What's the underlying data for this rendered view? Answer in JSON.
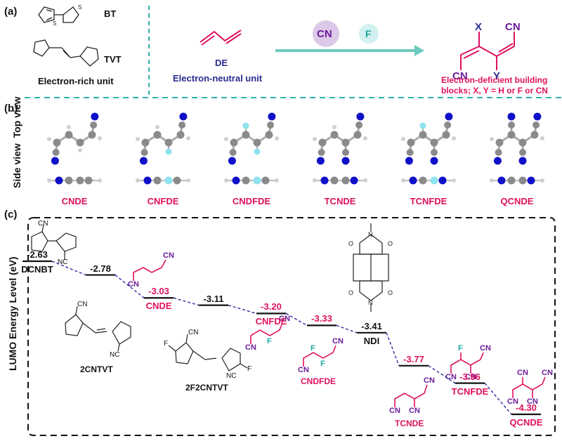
{
  "panel_a": {
    "label": "(a)",
    "bt_label": "BT",
    "tvt_label": "TVT",
    "rich_caption": "Electron-rich unit",
    "de_label": "DE",
    "neutral_caption": "Electron-neutral unit",
    "cn_badge": "CN",
    "f_badge": "F",
    "product_x": "X",
    "product_y": "Y",
    "product_cn_top": "CN",
    "product_cn_bottom": "CN",
    "deficient_caption_line1": "Electron-deficient building",
    "deficient_caption_line2": "blocks; X, Y = H or F or CN",
    "colors": {
      "teal": "#2bb5a8",
      "pink": "#e0105f",
      "navy": "#2a2a8f",
      "purple": "#6a1b9a"
    }
  },
  "panel_b": {
    "label": "(b)",
    "top_view_label": "Top view",
    "side_view_label": "Side view",
    "molecules": [
      {
        "name": "CNDE",
        "f_positions": [],
        "cn_extra": []
      },
      {
        "name": "CNFDE",
        "f_positions": [
          "lower"
        ],
        "cn_extra": []
      },
      {
        "name": "CNDFDE",
        "f_positions": [
          "upper",
          "lower"
        ],
        "cn_extra": []
      },
      {
        "name": "TCNDE",
        "f_positions": [],
        "cn_extra": [
          "lower"
        ]
      },
      {
        "name": "TCNFDE",
        "f_positions": [
          "upper"
        ],
        "cn_extra": [
          "lower"
        ]
      },
      {
        "name": "QCNDE",
        "f_positions": [],
        "cn_extra": [
          "upper",
          "lower"
        ]
      }
    ],
    "atom_colors": {
      "carbon": "#8a8a8a",
      "nitrogen": "#1010c8",
      "fluorine": "#8fe3ef",
      "hydrogen": "#d0d0d0"
    }
  },
  "panel_c": {
    "label": "(c)",
    "y_axis_label": "LUMO Energy Level (eV)",
    "fragment_labels": {
      "cn": "CN",
      "nc": "NC",
      "f": "F",
      "s": "S",
      "n": "N",
      "o": "O"
    },
    "structure_names": {
      "tvt_cn": "2CNTVT",
      "tvt_f2cn": "2F2CNTVT",
      "cndfde": "CNDFDE",
      "tcnde": "TCNDE"
    }
  },
  "chart_data": {
    "type": "energy-level-diagram",
    "title": "",
    "ylabel": "LUMO Energy Level (eV)",
    "units": "eV",
    "levels": [
      {
        "name": "DCNBT",
        "value": -2.63,
        "value_label": "-2.63",
        "label_color": "#111111",
        "class": "reference"
      },
      {
        "name": "2CNTVT",
        "value": -2.78,
        "value_label": "-2.78",
        "label_color": "#111111",
        "class": "reference"
      },
      {
        "name": "CNDE",
        "value": -3.03,
        "value_label": "-3.03",
        "label_color": "#e0105f",
        "class": "new"
      },
      {
        "name": "2F2CNTVT",
        "value": -3.11,
        "value_label": "-3.11",
        "label_color": "#111111",
        "class": "reference"
      },
      {
        "name": "CNFDE",
        "value": -3.2,
        "value_label": "-3.20",
        "label_color": "#e0105f",
        "class": "new"
      },
      {
        "name": "CNDFDE",
        "value": -3.33,
        "value_label": "-3.33",
        "label_color": "#e0105f",
        "class": "new"
      },
      {
        "name": "NDI",
        "value": -3.41,
        "value_label": "-3.41",
        "label_color": "#111111",
        "class": "reference"
      },
      {
        "name": "TCNDE",
        "value": -3.77,
        "value_label": "-3.77",
        "label_color": "#e0105f",
        "class": "new"
      },
      {
        "name": "TCNFDE",
        "value": -3.96,
        "value_label": "-3.96",
        "label_color": "#e0105f",
        "class": "new"
      },
      {
        "name": "QCNDE",
        "value": -4.3,
        "value_label": "-4.30",
        "label_color": "#e0105f",
        "class": "new"
      }
    ],
    "connector_style": "dashed",
    "connector_color": "#2a2a9f",
    "grid": false
  }
}
